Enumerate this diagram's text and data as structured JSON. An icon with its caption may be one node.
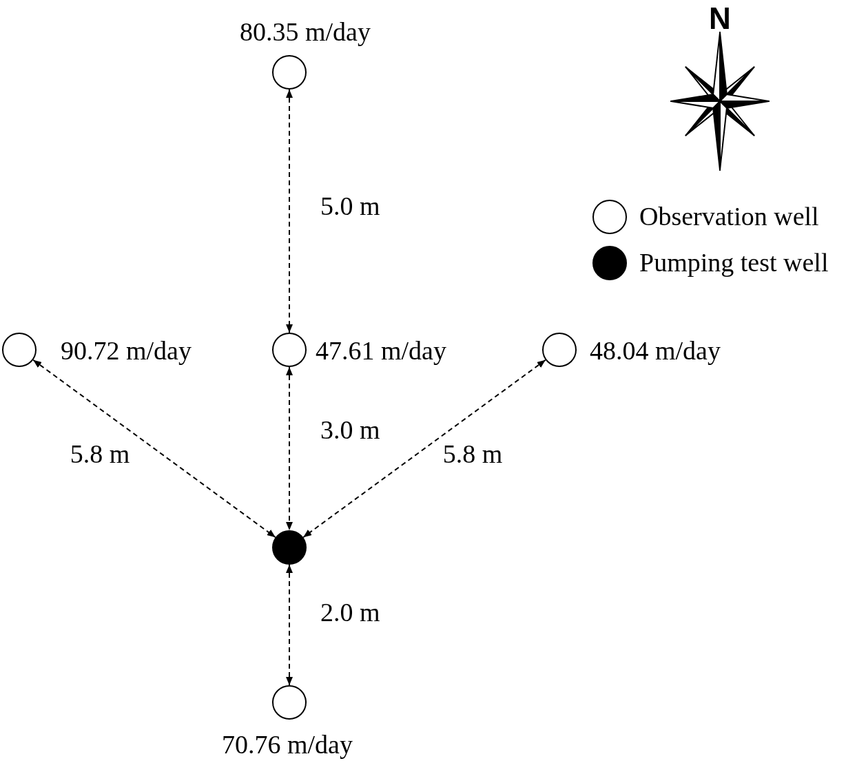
{
  "diagram": {
    "nodes": [
      {
        "text": [],
        "shape": "circle",
        "beside": [
          "80.35 m/day"
        ]
      },
      {
        "text": [],
        "shape": "circle",
        "beside": [
          "90.72 m/day"
        ]
      },
      {
        "text": [],
        "shape": "circle",
        "beside": [
          "47.61 m/day"
        ]
      },
      {
        "text": [],
        "shape": "circle",
        "beside": [
          "48.04 m/day"
        ]
      },
      {
        "text": [],
        "shape": "circle"
      },
      {
        "text": [],
        "shape": "circle",
        "beside": [
          "70.76 m/day"
        ]
      }
    ],
    "edges": [
      {
        "from": 0,
        "to": 2,
        "arrow": "both",
        "style": "dashed",
        "label": "5.0 m"
      },
      {
        "from": 1,
        "to": 4,
        "arrow": "both",
        "style": "dashed",
        "label": "5.8 m"
      },
      {
        "from": 2,
        "to": 4,
        "arrow": "both",
        "style": "dashed",
        "label": "3.0 m"
      },
      {
        "from": 3,
        "to": 4,
        "arrow": "both",
        "style": "dashed",
        "label": "5.8 m"
      },
      {
        "from": 4,
        "to": 5,
        "arrow": "both",
        "style": "dashed",
        "label": "2.0 m"
      }
    ],
    "labels": [
      "N"
    ],
    "legend": [
      {
        "text": "Observation well"
      },
      {
        "text": "Pumping test well"
      }
    ]
  }
}
